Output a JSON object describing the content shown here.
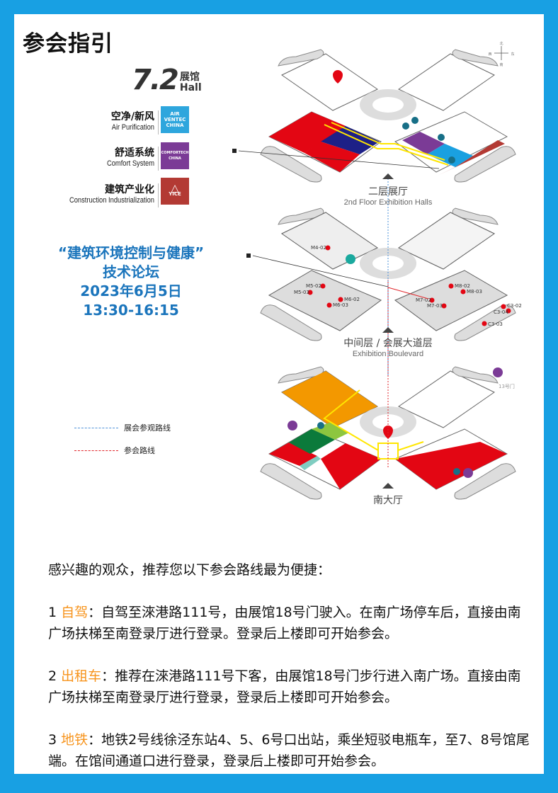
{
  "title": "参会指引",
  "hall": {
    "number": "7.2",
    "cn": "展馆",
    "en": "Hall"
  },
  "categories": [
    {
      "cn": "空净/新风",
      "en": "Air Purification",
      "logo": "AIR VENTEC CHINA",
      "color": "#2ea6dd"
    },
    {
      "cn": "舒适系统",
      "en": "Comfort System",
      "logo": "COMFORTECH CHINA",
      "color": "#7b3b96"
    },
    {
      "cn": "建筑产业化",
      "en": "Construction Industrialization",
      "logo": "YICE",
      "color": "#b33a34"
    }
  ],
  "forum": {
    "name_line1": "“建筑环境控制与健康”",
    "name_line2": "技术论坛",
    "date": "2023年6月5日",
    "time": "13:30-16:15"
  },
  "compass": {
    "n": "北",
    "s": "南",
    "w": "西",
    "e": "东"
  },
  "maps": [
    {
      "cn": "二层展厅",
      "en": "2nd Floor Exhibition Halls"
    },
    {
      "cn": "中间层 / 会展大道层",
      "en": "Exhibition Boulevard",
      "rooms": [
        "M4-02",
        "M5-02",
        "M5-03",
        "M6-02",
        "M6-03",
        "M7-02",
        "M7-03",
        "M8-02",
        "M8-03",
        "C3-02",
        "C3-04",
        "C3-03"
      ]
    },
    {
      "cn": "南大厅",
      "en": "",
      "gate": "13号门"
    }
  ],
  "legend": [
    {
      "label": "展会参观路线",
      "color": "#4a90d9"
    },
    {
      "label": "参会路线",
      "color": "#e0262b"
    }
  ],
  "intro": "感兴趣的观众，推荐您以下参会路线最为便捷：",
  "routes": [
    {
      "num": "1",
      "mode": "自驾",
      "text": "：自驾至淶港路111号，由展馆18号门驶入。在南广场停车后，直接由南广场扶梯至南登录厅进行登录。登录后上楼即可开始参会。"
    },
    {
      "num": "2",
      "mode": "出租车",
      "text": "：推荐在淶港路111号下客，由展馆18号门步行进入南广场。直接由南广场扶梯至南登录厅进行登录，登录后上楼即可开始参会。"
    },
    {
      "num": "3",
      "mode": "地铁",
      "text": "：地铁2号线徐泾东站4、5、6号口出站，乘坐短驳电瓶车，至7、8号馆尾端。在馆间通道口进行登录，登录后上楼即可开始参会。"
    }
  ]
}
